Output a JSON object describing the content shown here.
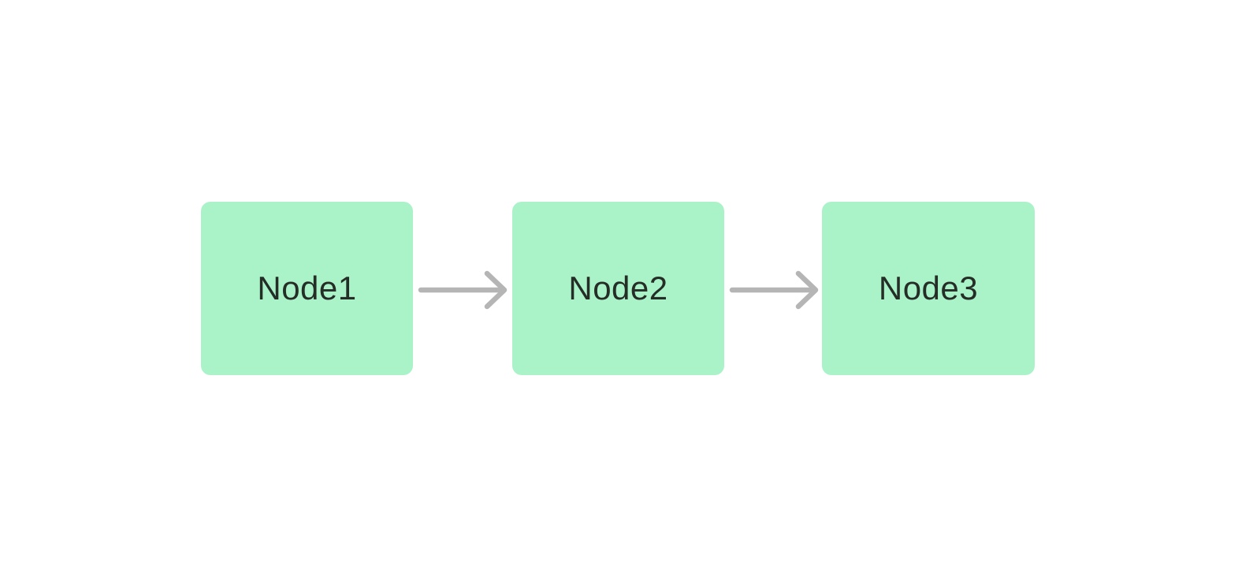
{
  "diagram": {
    "type": "flowchart-left-to-right",
    "nodes": [
      {
        "id": "node-1",
        "label": "Node1"
      },
      {
        "id": "node-2",
        "label": "Node2"
      },
      {
        "id": "node-3",
        "label": "Node3"
      }
    ],
    "edges": [
      {
        "from": "Node1",
        "to": "Node2",
        "style": "arrow-right"
      },
      {
        "from": "Node2",
        "to": "Node3",
        "style": "arrow-right"
      }
    ],
    "colors": {
      "canvas_background": "#ffffff",
      "node_fill": "#aaf2c8",
      "node_text": "#252d27",
      "edge_arrow": "#b5b5b5"
    }
  }
}
